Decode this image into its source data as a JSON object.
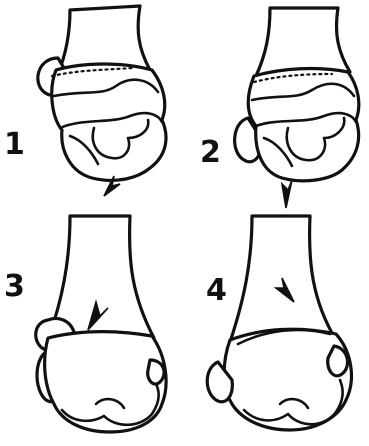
{
  "labels": {
    "fig1": "1",
    "fig2": "2",
    "fig3": "3",
    "fig4": "4"
  }
}
